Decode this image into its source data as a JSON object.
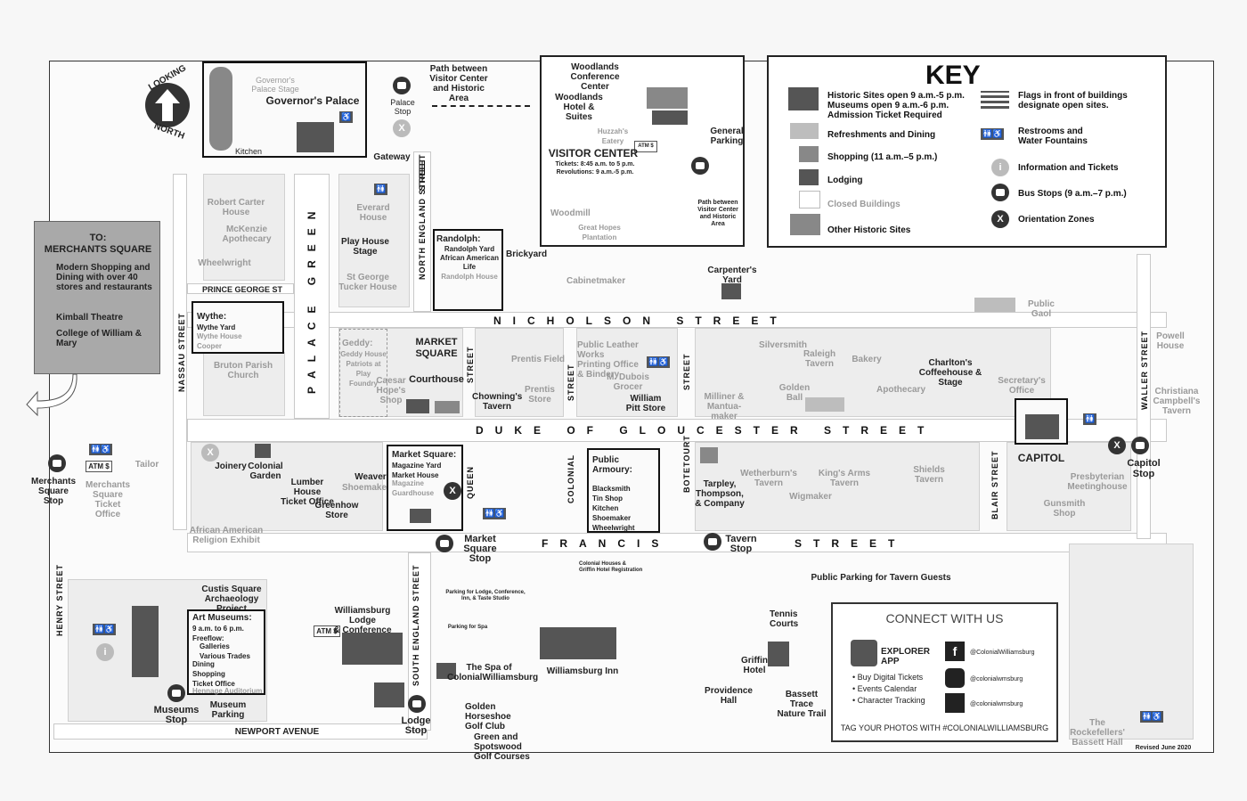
{
  "compass": {
    "top": "LOOKING",
    "bottom": "NORTH"
  },
  "key": {
    "title": "KEY",
    "items_left": [
      {
        "icon": "historic-site-icon",
        "text": "Historic Sites open 9 a.m.-5 p.m.\nMuseums open 9 a.m.-6 p.m.\nAdmission Ticket Required"
      },
      {
        "icon": "dining-icon",
        "text": "Refreshments and Dining"
      },
      {
        "icon": "shopping-icon",
        "text": "Shopping  (11 a.m.–5 p.m.)"
      },
      {
        "icon": "lodging-icon",
        "text": "Lodging"
      },
      {
        "icon": "closed-building-icon",
        "text": "Closed Buildings"
      },
      {
        "icon": "other-site-icon",
        "text": "Other Historic Sites"
      }
    ],
    "items_right": [
      {
        "icon": "flag-icon",
        "text": "Flags in front of buildings\ndesignate open sites."
      },
      {
        "icon": "restroom-icon",
        "text": "Restrooms and\nWater Fountains"
      },
      {
        "icon": "info-icon",
        "text": "Information and Tickets"
      },
      {
        "icon": "bus-icon",
        "text": "Bus Stops (9 a.m.–7 p.m.)"
      },
      {
        "icon": "orientation-icon",
        "text": "Orientation Zones"
      }
    ]
  },
  "merchants": {
    "title": "TO:\nMERCHANTS SQUARE",
    "bullets": [
      "Modern Shopping and Dining with over 40 stores and restaurants",
      "Kimball Theatre",
      "College of William & Mary"
    ]
  },
  "visitor_center": {
    "title": "VISITOR CENTER",
    "hours": "Tickets:  8:45 a.m. to 5 p.m.\nRevolutions: 9 a.m.-5 p.m.",
    "conf": "Woodlands\nConference Center",
    "hotel": "Woodlands\nHotel & Suites",
    "huzzahs": "Huzzah's\nEatery",
    "parking": "General\nParking",
    "woodmill": "Woodmill",
    "great_hopes": "Great Hopes\nPlantation",
    "path": "Path between\nVisitor Center\nand Historic Area",
    "atm": "ATM $"
  },
  "streets": {
    "nicholson": "NICHOLSON   STREET",
    "duke": "DUKE OF GLOUCESTER STREET",
    "francis": "FRANCIS",
    "francis2": "STREET",
    "palace_green": "PALACE GREEN",
    "north_england": "NORTH ENGLAND STREET",
    "nassau": "NASSAU STREET",
    "queen": "QUEEN",
    "colonial": "COLONIAL",
    "botetourt": "BOTETOURT",
    "blair": "BLAIR STREET",
    "waller": "WALLER STREET",
    "henry": "HENRY STREET",
    "south_england": "SOUTH ENGLAND STREET",
    "newport": "NEWPORT AVENUE",
    "prince_george": "PRINCE GEORGE ST",
    "street_small": "STREET"
  },
  "places": {
    "governors_palace": "Governor's Palace",
    "palace_stage": "Governor's\nPalace Stage",
    "kitchen": "Kitchen",
    "gateway": "Gateway",
    "palace_stop": "Palace\nStop",
    "path_top": "Path between\nVisitor Center\nand Historic Area",
    "robert_carter": "Robert Carter\nHouse",
    "mckenzie": "McKenzie\nApothecary",
    "wheelwright": "Wheelwright",
    "everard": "Everard\nHouse",
    "play_house": "Play House\nStage",
    "st_george": "St George\nTucker House",
    "randolph_title": "Randolph:",
    "randolph_list": "Randolph Yard\nAfrican American\nLife",
    "randolph_house": "Randolph House",
    "brickyard": "Brickyard",
    "cabinetmaker": "Cabinetmaker",
    "carpenters_yard": "Carpenter's Yard",
    "public_gaol": "Public Gaol",
    "wythe_title": "Wythe:",
    "wythe_list": "Wythe Yard",
    "wythe_house": "Wythe House",
    "cooper": "Cooper",
    "bruton": "Bruton Parish Church",
    "geddy_title": "Geddy:",
    "geddy_list": "Geddy House\nPatriots at\nPlay\nFoundry",
    "caesar_hope": "Caesar\nHope's\nShop",
    "market_square": "MARKET\nSQUARE",
    "courthouse": "Courthouse",
    "chownings": "Chowning's\nTavern",
    "prentis_field": "Prentis Field",
    "prentis_store": "Prentis\nStore",
    "public_leather": "Public Leather Works\nPrinting Office\n& Bindery",
    "dubois": "M. Dubois\nGrocer",
    "william_pitt": "William\nPitt Store",
    "silversmith": "Silversmith",
    "raleigh": "Raleigh\nTavern",
    "golden_ball": "Golden\nBall",
    "bakery": "Bakery",
    "charltons": "Charlton's\nCoffeehouse & Stage",
    "secretary": "Secretary's\nOffice",
    "milliner": "Milliner &\nMantua-maker",
    "apothecary": "Apothecary",
    "capitol": "CAPITOL",
    "powell": "Powell\nHouse",
    "christiana": "Christiana\nCampbell's\nTavern",
    "capitol_stop": "Capitol\nStop",
    "presbyterian": "Presbyterian\nMeetinghouse",
    "gunsmith": "Gunsmith Shop",
    "merchants_stop": "Merchants\nSquare\nStop",
    "merchants_ticket": "Merchants\nSquare\nTicket Office",
    "atm": "ATM $",
    "tailor": "Tailor",
    "joinery": "Joinery",
    "colonial_garden": "Colonial\nGarden",
    "lumber_house": "Lumber House\nTicket Office",
    "weaver": "Weaver",
    "shoemaker": "Shoemaker",
    "greenhow": "Greenhow\nStore",
    "african_exhibit": "African American\nReligion Exhibit",
    "market_box_title": "Market Square:",
    "market_box_list": "Magazine Yard\nMarket House",
    "magazine": "Magazine\nGuardhouse",
    "armoury_title": "Public Armoury:",
    "armoury_list": "Blacksmith\nTin Shop\nKitchen\nShoemaker\nWheelwright",
    "tarpley": "Tarpley,\nThompson,\n& Company",
    "wetherburns": "Wetherburn's\nTavern",
    "kings_arms": "King's Arms\nTavern",
    "shields": "Shields\nTavern",
    "wigmaker": "Wigmaker",
    "market_stop": "Market\nSquare\nStop",
    "tavern_stop": "Tavern\nStop",
    "colonial_houses": "Colonial Houses &\nGriffin Hotel Registration",
    "public_parking": "Public Parking for Tavern Guests",
    "custis": "Custis Square\nArchaeology Project",
    "art_title": "Art Museums:",
    "art_list": "9 a.m. to 6 p.m.\nFreeflow:",
    "art_list2": "Galleries\nVarious Trades",
    "art_list3": "Dining\nShopping\nTicket Office",
    "art_list4": "Hennage Auditorium",
    "museums_stop": "Museums\nStop",
    "museum_parking": "Museum\nParking",
    "lodge": "Williamsburg Lodge\n& Conference Center",
    "lodge_stop": "Lodge\nStop",
    "parking_lodge": "Parking for Lodge, Conference,\nInn, & Taste Studio",
    "parking_spa": "Parking for Spa",
    "spa": "The Spa of\nColonialWilliamsburg",
    "inn": "Williamsburg Inn",
    "golden_horseshoe": "Golden Horseshoe\nGolf Club",
    "green_spotswood": "Green and Spotswood\nGolf Courses",
    "providence": "Providence Hall",
    "tennis": "Tennis\nCourts",
    "griffin": "Griffin\nHotel",
    "bassett_trace": "Bassett Trace\nNature Trail",
    "rockefellers": "The Rockefellers'\nBassett Hall",
    "revised": "Revised June 2020"
  },
  "connect": {
    "title": "CONNECT WITH US",
    "app": "EXPLORER APP",
    "features": [
      "• Buy Digital Tickets",
      "• Events Calendar",
      "• Character Tracking"
    ],
    "facebook": "@ColonialWilliamsburg",
    "instagram": "@colonialwmsburg",
    "twitter": "@colonialwmsburg",
    "tag": "TAG YOUR PHOTOS WITH #COLONIALWILLIAMSBURG"
  },
  "colors": {
    "dark": "#333333",
    "mid": "#888888",
    "light": "#bdbdbd",
    "callout": "#a9a9a9"
  }
}
